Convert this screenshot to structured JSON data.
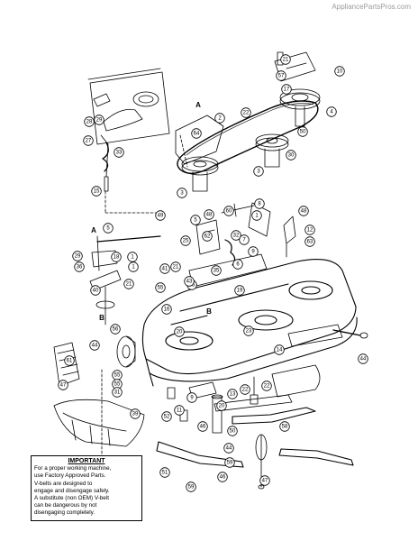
{
  "watermark": "AppliancePartsPros.com",
  "reference_letters": [
    "A",
    "A",
    "B",
    "B"
  ],
  "callouts": [
    "21",
    "57",
    "17",
    "10",
    "4",
    "2",
    "64",
    "22",
    "50",
    "3",
    "3",
    "30",
    "29",
    "33",
    "15",
    "49",
    "8",
    "1",
    "5",
    "48",
    "60",
    "32",
    "7",
    "9",
    "48",
    "12",
    "63",
    "25",
    "21",
    "62",
    "35",
    "35",
    "6",
    "41",
    "19",
    "43",
    "55",
    "1",
    "21",
    "40",
    "28",
    "27",
    "5",
    "18",
    "29",
    "36",
    "1",
    "16",
    "56",
    "44",
    "61",
    "55",
    "55",
    "31",
    "39",
    "22",
    "14",
    "23",
    "20",
    "47",
    "13",
    "11",
    "9",
    "52",
    "50",
    "46",
    "44",
    "51",
    "59",
    "46",
    "59",
    "58",
    "47",
    "20",
    "22",
    "44"
  ],
  "important_notice": {
    "heading": "IMPORTANT",
    "lines": [
      "For a proper working machine,",
      "use Factory Approved Parts.",
      "V-belts are designed to",
      "engage and disengage safely.",
      "A substitute (non OEM) V-belt",
      "can be dangerous by not",
      "disengaging completely."
    ]
  }
}
